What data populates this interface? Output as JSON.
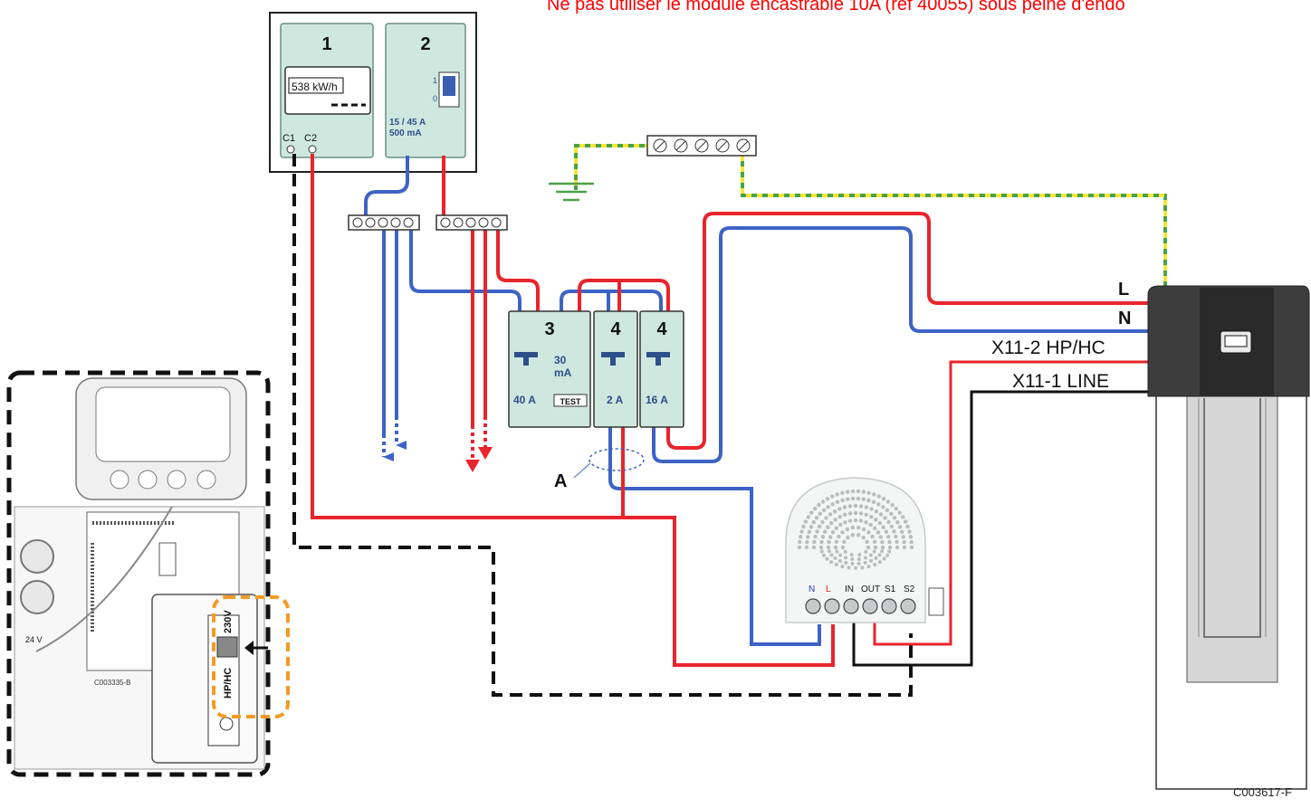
{
  "header": {
    "warning": "Ne pas utiliser le module encastrable 10A (réf 40055) sous peine d'endo"
  },
  "footer": {
    "reference": "C003617-F",
    "sub_reference": "C003335-B"
  },
  "colors": {
    "phase": "#e8242c",
    "neutral": "#3e63c6",
    "earth_green": "#4aa14a",
    "earth_yellow": "#f5e53a",
    "control": "#111111",
    "panel": "#cfe8df",
    "warning_text": "#ff0000",
    "highlight": "#f39a26"
  },
  "meter": {
    "number": "1",
    "reading": "538 kW/h",
    "terminals": [
      "C1",
      "C2"
    ]
  },
  "main_breaker": {
    "number": "2",
    "positions": [
      "1",
      "0"
    ],
    "rating_current": "15 / 45 A",
    "rating_sensitivity": "500 mA"
  },
  "rcd": {
    "number": "3",
    "sensitivity": "30",
    "sensitivity_unit": "mA",
    "rating": "40 A",
    "test_label": "TEST"
  },
  "breakers": [
    {
      "number": "4",
      "rating": "2 A"
    },
    {
      "number": "4",
      "rating": "16 A"
    }
  ],
  "annotations": {
    "marker_a": "A"
  },
  "module": {
    "terminals": [
      "N",
      "L",
      "IN",
      "OUT",
      "S1",
      "S2"
    ]
  },
  "heat_pump": {
    "terminal_L": "L",
    "terminal_N": "N",
    "x11_2": "X11-2 HP/HC",
    "x11_1": "X11-1 LINE"
  },
  "controller": {
    "voltage_24": "24 V",
    "voltage_230": "230V",
    "hphc": "HP/HC"
  }
}
